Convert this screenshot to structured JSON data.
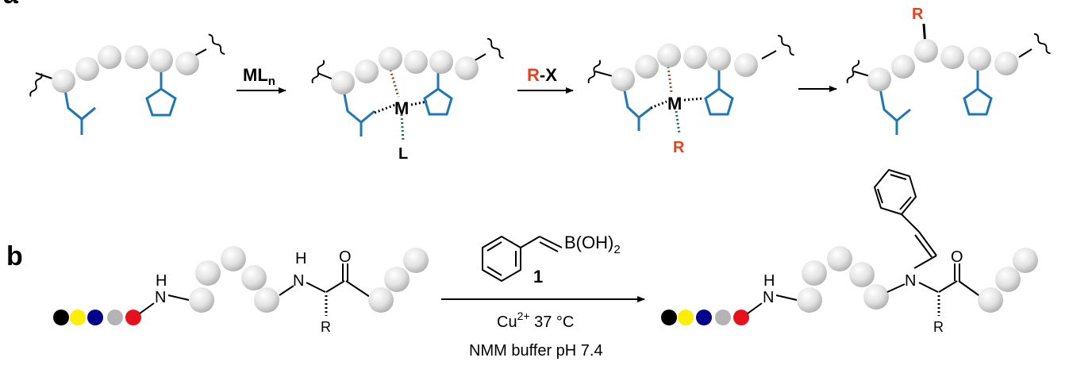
{
  "panel_a": {
    "label": "a",
    "arrow1_reagent_main": "ML",
    "arrow1_reagent_sub": "n",
    "arrow2_reagent_r": "R",
    "arrow2_reagent_x": "-X",
    "metal": "M",
    "ligand": "L",
    "group": "R"
  },
  "panel_b": {
    "label": "b",
    "nh_left": "N",
    "nh_left_h": "H",
    "nh_mid": "N",
    "nh_mid_h": "H",
    "carbonyl_o": "O",
    "side_chain_r": "R",
    "reagent_boron": "B(OH)",
    "reagent_boron_sub": "2",
    "reagent_number": "1",
    "cond_cu": "Cu",
    "cond_cu_sup": "2+",
    "cond_temp": " 37 °C",
    "cond_buffer": "NMM buffer pH 7.4",
    "product_nh": "N",
    "product_nh_h": "H",
    "product_n": "N",
    "product_o": "O",
    "product_r": "R"
  },
  "colors": {
    "bead_fill": "#e0e0e0",
    "bead_stroke": "#8c8c8c",
    "side_chain_blue": "#1f77b4",
    "highlight_red": "#e8401c",
    "tag_black": "#000000",
    "tag_yellow": "#ffee00",
    "tag_navy": "#00008b",
    "tag_grey": "#b4b4b4",
    "tag_red": "#e8101c"
  }
}
